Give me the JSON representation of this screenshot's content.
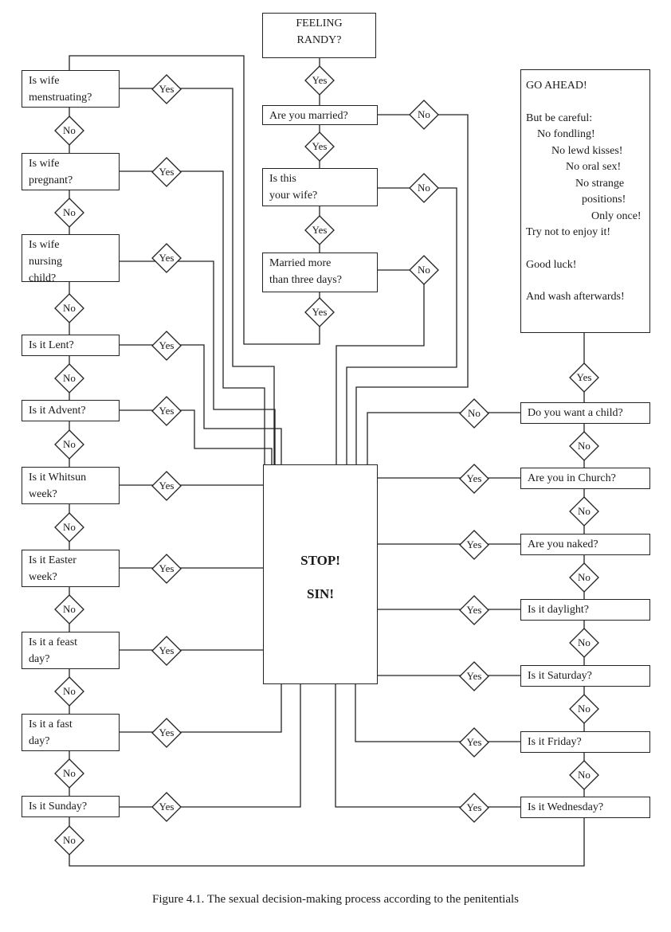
{
  "title": "FEELING RANDY?",
  "caption": "Figure 4.1. The sexual decision-making process according to the penitentials",
  "labels": {
    "yes": "Yes",
    "no": "No"
  },
  "start": {
    "lines": [
      "FEELING",
      "RANDY?"
    ]
  },
  "center_chain": [
    {
      "id": "married",
      "lines": [
        "Are you married?"
      ],
      "no_to": "sin"
    },
    {
      "id": "wife",
      "lines": [
        "Is this",
        "your wife?"
      ],
      "no_to": "sin"
    },
    {
      "id": "three_days",
      "lines": [
        "Married more",
        "than three days?"
      ],
      "no_to": "sin"
    }
  ],
  "left_chain": [
    {
      "id": "menstruating",
      "lines": [
        "Is wife",
        "menstruating?"
      ],
      "yes_to": "sin"
    },
    {
      "id": "pregnant",
      "lines": [
        "Is wife",
        "pregnant?"
      ],
      "yes_to": "sin"
    },
    {
      "id": "nursing",
      "lines": [
        "Is wife",
        "nursing",
        "child?"
      ],
      "yes_to": "sin"
    },
    {
      "id": "lent",
      "lines": [
        "Is it Lent?"
      ],
      "yes_to": "sin"
    },
    {
      "id": "advent",
      "lines": [
        "Is it Advent?"
      ],
      "yes_to": "sin"
    },
    {
      "id": "whitsun",
      "lines": [
        "Is it Whitsun",
        "week?"
      ],
      "yes_to": "sin"
    },
    {
      "id": "easter",
      "lines": [
        "Is it Easter",
        "week?"
      ],
      "yes_to": "sin"
    },
    {
      "id": "feast",
      "lines": [
        "Is it a feast",
        "day?"
      ],
      "yes_to": "sin"
    },
    {
      "id": "fast",
      "lines": [
        "Is it a fast",
        "day?"
      ],
      "yes_to": "sin"
    },
    {
      "id": "sunday",
      "lines": [
        "Is it Sunday?"
      ],
      "yes_to": "sin"
    }
  ],
  "right_chain": [
    {
      "id": "child",
      "lines": [
        "Do you want a child?"
      ],
      "branch": "No",
      "branch_to": "sin",
      "next_label": "No"
    },
    {
      "id": "church",
      "lines": [
        "Are you in Church?"
      ],
      "branch": "Yes",
      "branch_to": "sin"
    },
    {
      "id": "naked",
      "lines": [
        "Are you naked?"
      ],
      "branch": "Yes",
      "branch_to": "sin"
    },
    {
      "id": "daylight",
      "lines": [
        "Is it daylight?"
      ],
      "branch": "Yes",
      "branch_to": "sin"
    },
    {
      "id": "saturday",
      "lines": [
        "Is it Saturday?"
      ],
      "branch": "Yes",
      "branch_to": "sin"
    },
    {
      "id": "friday",
      "lines": [
        "Is it Friday?"
      ],
      "branch": "Yes",
      "branch_to": "sin"
    },
    {
      "id": "wednesday",
      "lines": [
        "Is it Wednesday?"
      ],
      "branch": "Yes",
      "branch_to": "sin"
    }
  ],
  "sin_box": {
    "line1": "STOP!",
    "line2": "SIN!"
  },
  "go_ahead": {
    "heading": "GO AHEAD!",
    "lines": [
      {
        "text": "But be careful:",
        "indent": 0
      },
      {
        "text": "No fondling!",
        "indent": 1
      },
      {
        "text": "No lewd kisses!",
        "indent": 2
      },
      {
        "text": "No oral sex!",
        "indent": 3
      },
      {
        "text": "No strange",
        "indent": 4
      },
      {
        "text": "positions!",
        "indent": 5
      },
      {
        "text": "Only once!",
        "indent": 6
      },
      {
        "text": "Try not to enjoy it!",
        "indent": 0
      }
    ],
    "footer": [
      "Good luck!",
      "And wash afterwards!"
    ],
    "entry_label": "Yes"
  }
}
